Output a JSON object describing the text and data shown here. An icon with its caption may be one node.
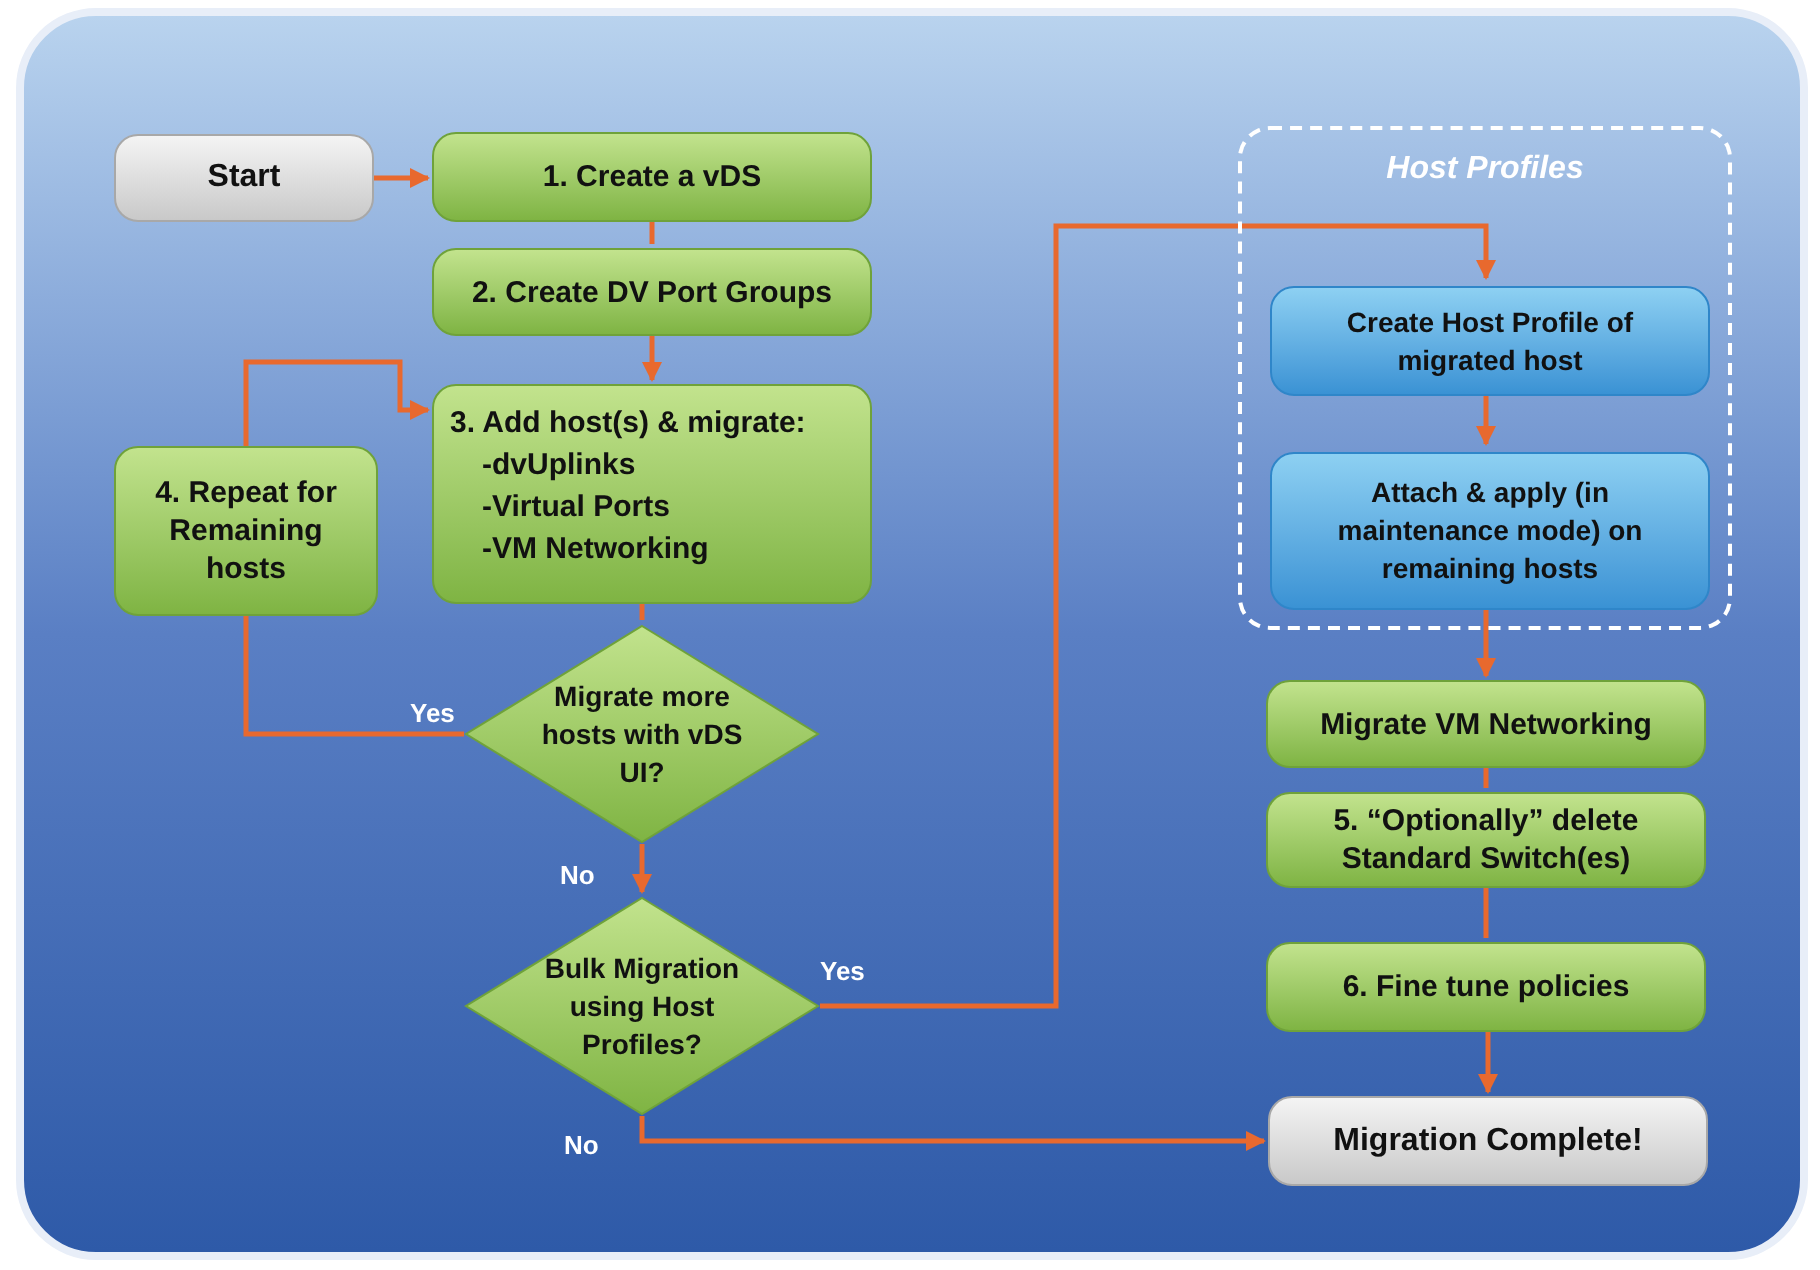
{
  "diagram": {
    "nodes": [
      {
        "text": [
          "Start"
        ]
      },
      {
        "text": [
          "1. Create a vDS"
        ]
      },
      {
        "text": [
          "2. Create DV Port Groups"
        ]
      },
      {
        "text": [
          "3. Add host(s) & migrate:",
          "-dvUplinks",
          "-Virtual Ports",
          "-VM Networking"
        ]
      },
      {
        "text": [
          "4. Repeat for Remaining hosts"
        ]
      },
      {
        "text": [
          "Migrate more hosts with vDS UI?"
        ]
      },
      {
        "text": [
          "Bulk Migration using Host Profiles?"
        ]
      },
      {
        "text": [
          "Host Profiles"
        ]
      },
      {
        "text": [
          "Create Host Profile of migrated host"
        ],
        "in": 7
      },
      {
        "text": [
          "Attach & apply (in maintenance mode) on remaining hosts"
        ],
        "in": 7
      },
      {
        "text": [
          "Migrate VM Networking"
        ]
      },
      {
        "text": [
          "5. “Optionally” delete Standard Switch(es)"
        ]
      },
      {
        "text": [
          "6. Fine tune policies"
        ]
      },
      {
        "text": [
          "Migration Complete!"
        ]
      }
    ],
    "edges": [
      {
        "from": 0,
        "to": 1,
        "arrow": "to"
      },
      {
        "from": 1,
        "to": 2,
        "arrow": "none"
      },
      {
        "from": 2,
        "to": 3,
        "arrow": "to"
      },
      {
        "from": 3,
        "to": 5,
        "arrow": "none"
      },
      {
        "from": 5,
        "to": 4,
        "arrow": "none",
        "label": "Yes"
      },
      {
        "from": 4,
        "to": 3,
        "arrow": "to"
      },
      {
        "from": 5,
        "to": 6,
        "arrow": "to",
        "label": "No"
      },
      {
        "from": 6,
        "to": 8,
        "arrow": "to",
        "label": "Yes"
      },
      {
        "from": 6,
        "to": 13,
        "arrow": "to",
        "label": "No"
      },
      {
        "from": 8,
        "to": 9,
        "arrow": "to"
      },
      {
        "from": 9,
        "to": 10,
        "arrow": "to"
      },
      {
        "from": 10,
        "to": 11,
        "arrow": "none"
      },
      {
        "from": 11,
        "to": 12,
        "arrow": "none"
      },
      {
        "from": 12,
        "to": 13,
        "arrow": "to"
      }
    ]
  }
}
